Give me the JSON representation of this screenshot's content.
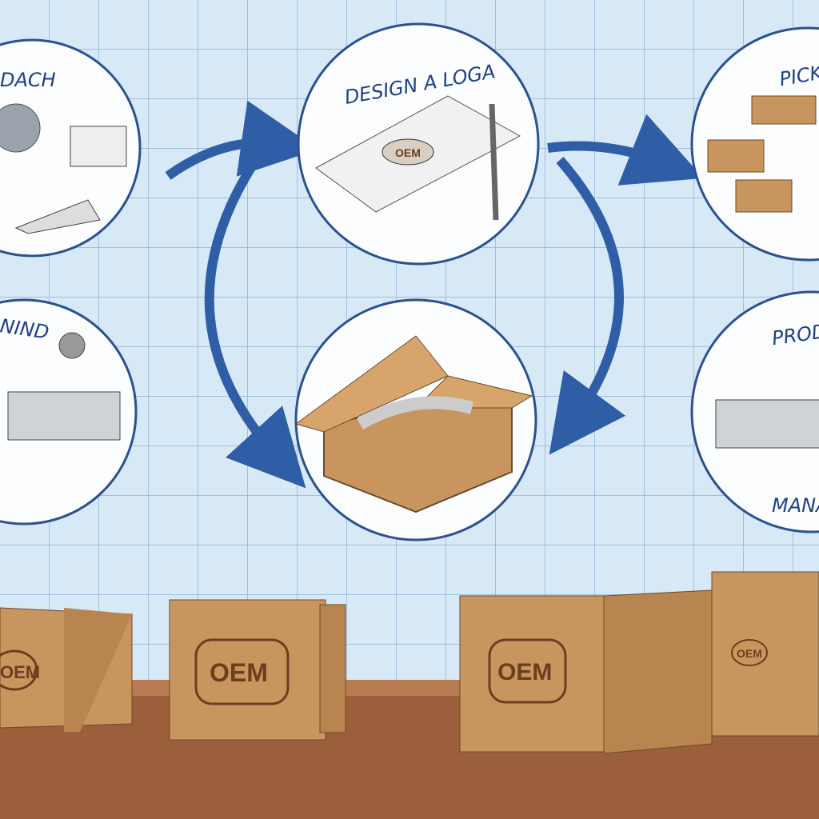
{
  "labels": {
    "top_left": "DACH",
    "top_center": "DESIGN A LOGA",
    "top_right": "PICKR",
    "mid_left": "NIND",
    "mid_right": "PRODU",
    "mid_right_bottom": "MANAF"
  },
  "box_logo": "OEM",
  "colors": {
    "grid_bg": "#d7e8f6",
    "grid_line": "#8fb3d8",
    "arrow": "#2f5ea6",
    "circle_stroke": "#2b5190",
    "cardboard": "#c9955f",
    "floor": "#9b5f3b"
  }
}
